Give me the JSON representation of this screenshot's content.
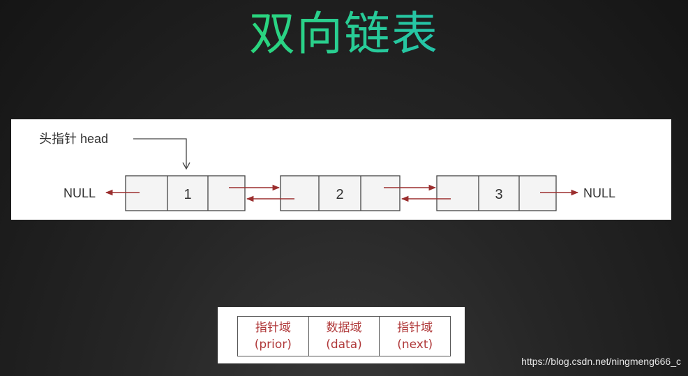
{
  "title": "双向链表",
  "diagram": {
    "head_label": "头指针 head",
    "null_left": "NULL",
    "null_right": "NULL",
    "nodes": [
      {
        "data": "1"
      },
      {
        "data": "2"
      },
      {
        "data": "3"
      }
    ],
    "arrow_color": "#9b2e2e"
  },
  "legend": {
    "cells": [
      {
        "name": "指针域",
        "sub": "(prior)"
      },
      {
        "name": "数据域",
        "sub": "(data)"
      },
      {
        "name": "指针域",
        "sub": "(next)"
      }
    ],
    "text_color": "#b0393a"
  },
  "watermark": "https://blog.csdn.net/ningmeng666_c"
}
